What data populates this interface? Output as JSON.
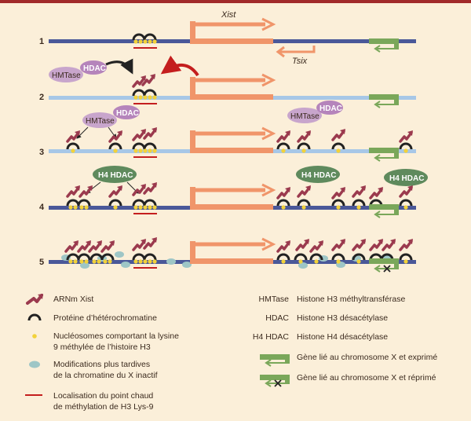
{
  "colors": {
    "background": "#fbefd9",
    "top_bar": "#a12a2a",
    "chrom_dark": "#4a5899",
    "chrom_light": "#a7c7e7",
    "xist": "#f0956a",
    "gene": "#7aa75a",
    "rna": "#9b3a4e",
    "nucleosome": "#f2d23a",
    "hotspot": "#c41e1e",
    "hmtase": "#c8a5cc",
    "hdac": "#b584bb",
    "h4hdac": "#5f8a5d",
    "late_mod": "#9ec6c6",
    "text": "#3b2a1e"
  },
  "rows": [
    {
      "number": "1"
    },
    {
      "number": "2"
    },
    {
      "number": "3"
    },
    {
      "number": "4"
    },
    {
      "number": "5"
    }
  ],
  "gene_labels": {
    "xist": "Xist",
    "tsix": "Tsix"
  },
  "enzymes": {
    "hmtase": "HMTase",
    "hdac": "HDAC",
    "h4hdac": "H4 HDAC"
  },
  "legend": {
    "left": [
      {
        "icon": "rna-icon",
        "text": [
          "ARNm Xist"
        ]
      },
      {
        "icon": "heterochromatin-protein-icon",
        "text": [
          "Protéine d’hétérochromatine"
        ]
      },
      {
        "icon": "nucleosome-icon",
        "text": [
          "Nucléosomes comportant la lysine",
          "9 méthylée de l’histoire H3"
        ]
      },
      {
        "icon": "late-modification-icon",
        "text": [
          "Modifications plus tardives",
          "de la chromatine du X inactif"
        ]
      },
      {
        "icon": "hotspot-line-icon",
        "text": [
          "Localisation du point chaud",
          "de méthylation de H3 Lys-9"
        ]
      }
    ],
    "right": [
      {
        "abbr": "HMTase",
        "text": "Histone H3 méthyltransférase"
      },
      {
        "abbr": "HDAC",
        "text": "Histone H3 désacétylase"
      },
      {
        "abbr": "H4 HDAC",
        "text": "Histone H4 désacétylase"
      },
      {
        "icon": "expressed-gene-icon",
        "text": "Gène lié au chromosome X et exprimé"
      },
      {
        "icon": "repressed-gene-icon",
        "text": "Gène lié au chromosome X et réprimé"
      }
    ]
  }
}
